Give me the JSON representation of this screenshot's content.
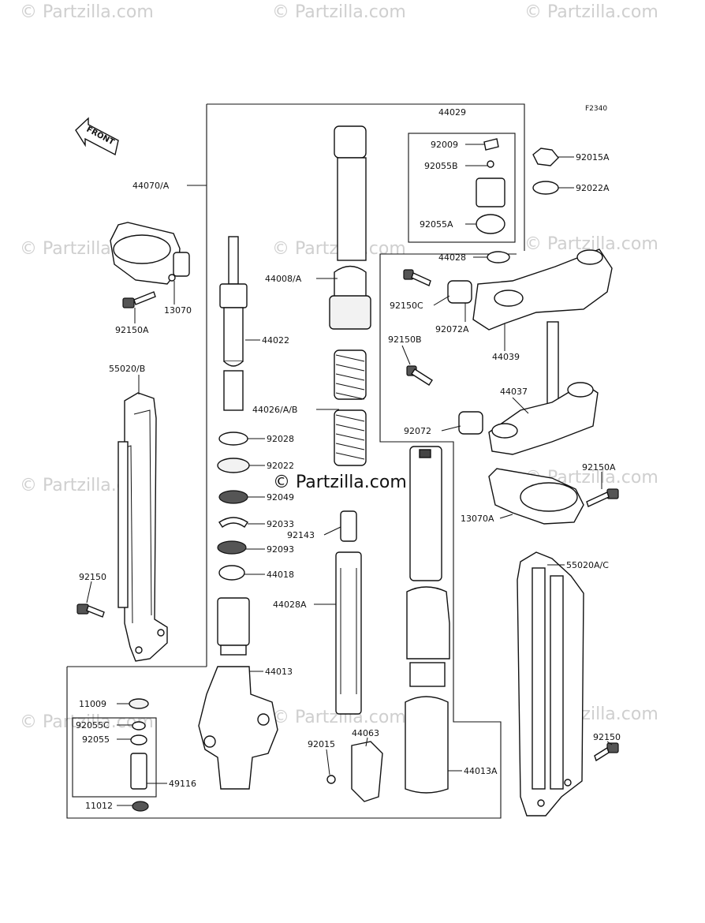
{
  "watermark": {
    "text": "© Partzilla.com",
    "center_text": "© Partzilla.com"
  },
  "figure_id": "F2340",
  "front_label": "FRONT",
  "callouts": [
    {
      "id": "44029",
      "label": "44029"
    },
    {
      "id": "92009",
      "label": "92009"
    },
    {
      "id": "92055B",
      "label": "92055B"
    },
    {
      "id": "92055A",
      "label": "92055A"
    },
    {
      "id": "44028",
      "label": "44028"
    },
    {
      "id": "92015A",
      "label": "92015A"
    },
    {
      "id": "92022A",
      "label": "92022A"
    },
    {
      "id": "44070A",
      "label": "44070/A"
    },
    {
      "id": "44008A",
      "label": "44008/A"
    },
    {
      "id": "13070",
      "label": "13070"
    },
    {
      "id": "92150A-left",
      "label": "92150A"
    },
    {
      "id": "44022",
      "label": "44022"
    },
    {
      "id": "92150C",
      "label": "92150C"
    },
    {
      "id": "92072A",
      "label": "92072A"
    },
    {
      "id": "44039",
      "label": "44039"
    },
    {
      "id": "92150B",
      "label": "92150B"
    },
    {
      "id": "55020B",
      "label": "55020/B"
    },
    {
      "id": "44037",
      "label": "44037"
    },
    {
      "id": "44026AB",
      "label": "44026/A/B"
    },
    {
      "id": "92072",
      "label": "92072"
    },
    {
      "id": "92028",
      "label": "92028"
    },
    {
      "id": "92022",
      "label": "92022"
    },
    {
      "id": "92150A-right",
      "label": "92150A"
    },
    {
      "id": "92049",
      "label": "92049"
    },
    {
      "id": "13070A",
      "label": "13070A"
    },
    {
      "id": "92033",
      "label": "92033"
    },
    {
      "id": "92143",
      "label": "92143"
    },
    {
      "id": "92093",
      "label": "92093"
    },
    {
      "id": "44018",
      "label": "44018"
    },
    {
      "id": "55020AC",
      "label": "55020A/C"
    },
    {
      "id": "92150-left",
      "label": "92150"
    },
    {
      "id": "44028A",
      "label": "44028A"
    },
    {
      "id": "44013",
      "label": "44013"
    },
    {
      "id": "11009",
      "label": "11009"
    },
    {
      "id": "92055C",
      "label": "92055C"
    },
    {
      "id": "92055",
      "label": "92055"
    },
    {
      "id": "44063",
      "label": "44063"
    },
    {
      "id": "92015",
      "label": "92015"
    },
    {
      "id": "44013A",
      "label": "44013A"
    },
    {
      "id": "92150-right",
      "label": "92150"
    },
    {
      "id": "49116",
      "label": "49116"
    },
    {
      "id": "11012",
      "label": "11012"
    }
  ]
}
